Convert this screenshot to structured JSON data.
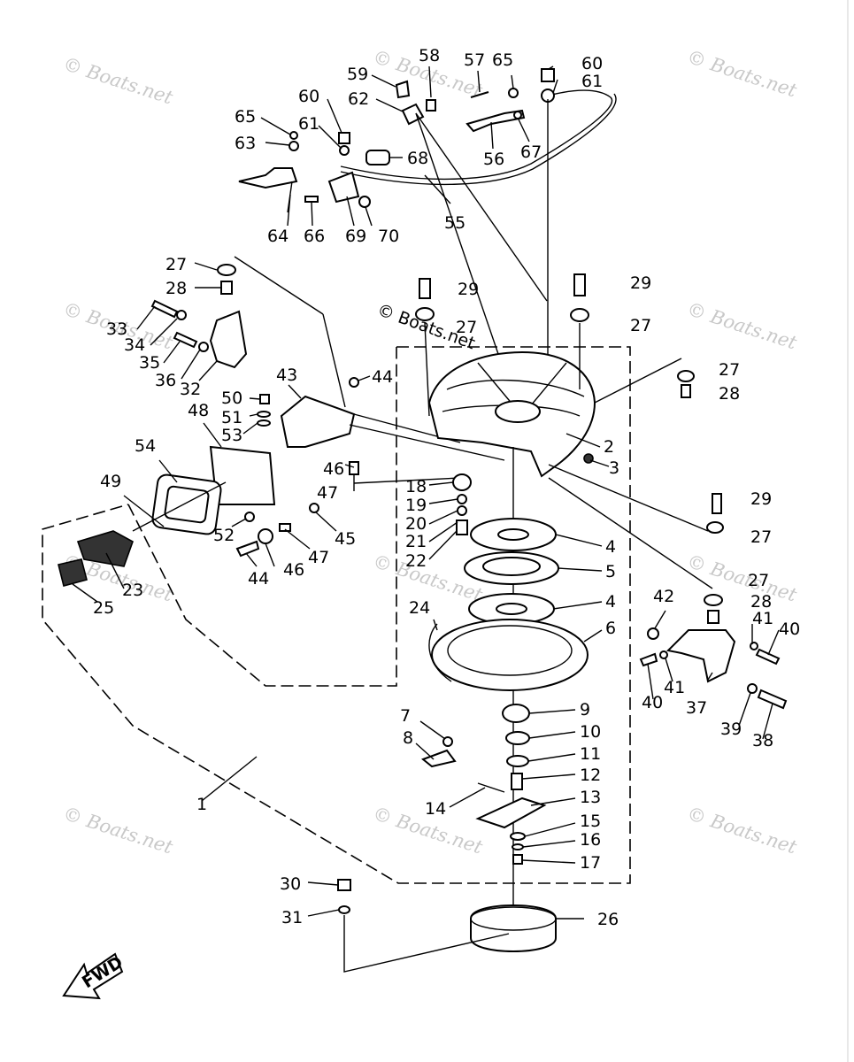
{
  "watermark": "© Boats.net",
  "center_watermark": "© Boats.net",
  "fwd_label": "FWD",
  "callouts": {
    "c1": "1",
    "c2": "2",
    "c3": "3",
    "c4a": "4",
    "c4b": "4",
    "c5": "5",
    "c6": "6",
    "c7": "7",
    "c8": "8",
    "c9": "9",
    "c10": "10",
    "c11": "11",
    "c12": "12",
    "c13": "13",
    "c14": "14",
    "c15": "15",
    "c16": "16",
    "c17": "17",
    "c18": "18",
    "c19": "19",
    "c20": "20",
    "c21": "21",
    "c22": "22",
    "c23": "23",
    "c24": "24",
    "c25": "25",
    "c26": "26",
    "c27a": "27",
    "c27b": "27",
    "c27c": "27",
    "c27d": "27",
    "c27e": "27",
    "c27f": "27",
    "c28a": "28",
    "c28b": "28",
    "c28c": "28",
    "c29a": "29",
    "c29b": "29",
    "c29c": "29",
    "c30": "30",
    "c31": "31",
    "c32": "32",
    "c33": "33",
    "c34": "34",
    "c35": "35",
    "c36": "36",
    "c37": "37",
    "c38": "38",
    "c39": "39",
    "c40a": "40",
    "c40b": "40",
    "c41a": "41",
    "c41b": "41",
    "c42": "42",
    "c43": "43",
    "c44a": "44",
    "c44b": "44",
    "c45": "45",
    "c46a": "46",
    "c46b": "46",
    "c47a": "47",
    "c47b": "47",
    "c48": "48",
    "c49": "49",
    "c50": "50",
    "c51": "51",
    "c52": "52",
    "c53": "53",
    "c54": "54",
    "c55": "55",
    "c56": "56",
    "c57": "57",
    "c58": "58",
    "c59": "59",
    "c60a": "60",
    "c60b": "60",
    "c61a": "61",
    "c61b": "61",
    "c62": "62",
    "c63": "63",
    "c64": "64",
    "c65a": "65",
    "c65b": "65",
    "c66": "66",
    "c67": "67",
    "c68": "68",
    "c69": "69",
    "c70": "70"
  }
}
